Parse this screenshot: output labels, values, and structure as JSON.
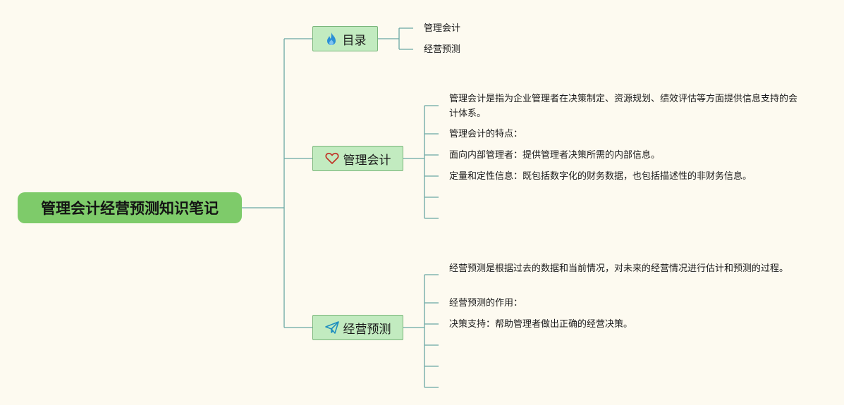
{
  "root": {
    "title": "管理会计经营预测知识笔记"
  },
  "branches": [
    {
      "label": "目录",
      "icon": "flame-icon",
      "icon_color": "#2a8fd6",
      "items": [
        "管理会计",
        "经营预测"
      ]
    },
    {
      "label": "管理会计",
      "icon": "heart-outline-icon",
      "icon_color": "#c0392b",
      "items": [
        "管理会计是指为企业管理者在决策制定、资源规划、绩效评估等方面提供信息支持的会计体系。",
        "管理会计的特点：",
        "面向内部管理者：提供管理者决策所需的内部信息。",
        "定量和定性信息：既包括数字化的财务数据，也包括描述性的非财务信息。"
      ]
    },
    {
      "label": "经营预测",
      "icon": "paper-plane-icon",
      "icon_color": "#1f8fbf",
      "items": [
        "经营预测是根据过去的数据和当前情况，对未来的经营情况进行估计和预测的过程。",
        "经营预测的作用：",
        "决策支持：帮助管理者做出正确的经营决策。"
      ]
    }
  ],
  "colors": {
    "background": "#fdfaf0",
    "root": "#7ecb6a",
    "branch": "#c2ebc0",
    "connector": "#5f9ea0"
  }
}
